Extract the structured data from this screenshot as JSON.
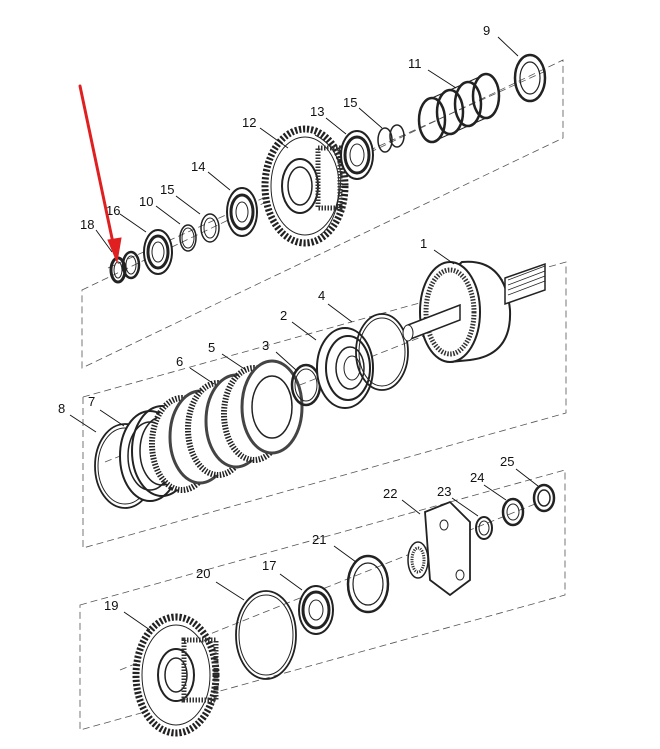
{
  "diagram": {
    "accent_color": "#e02020",
    "labels": {
      "p1": "1",
      "p2": "2",
      "p3": "3",
      "p4": "4",
      "p5": "5",
      "p6": "6",
      "p7": "7",
      "p8": "8",
      "p9": "9",
      "p10": "10",
      "p11": "11",
      "p12": "12",
      "p13": "13",
      "p14": "14",
      "p15a": "15",
      "p15b": "15",
      "p16": "16",
      "p17": "17",
      "p18": "18",
      "p19": "19",
      "p20": "20",
      "p21": "21",
      "p22": "22",
      "p23": "23",
      "p24": "24",
      "p25": "25"
    },
    "highlighted_part": "18"
  }
}
